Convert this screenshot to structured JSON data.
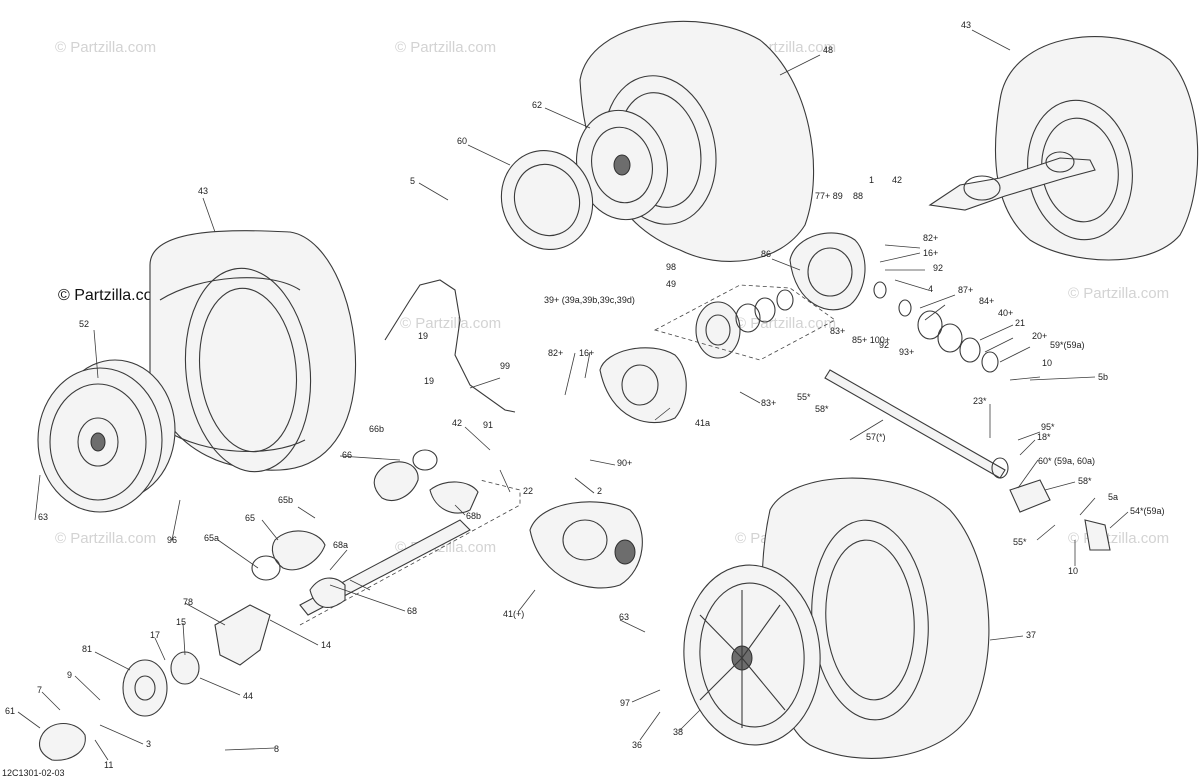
{
  "diagram": {
    "watermark_text": "© Partzilla.com",
    "drawing_code": "12C1301-02-03",
    "callouts": [
      {
        "id": "c43a",
        "text": "43"
      },
      {
        "id": "c48",
        "text": "48"
      },
      {
        "id": "c43b",
        "text": "43"
      },
      {
        "id": "c62",
        "text": "62"
      },
      {
        "id": "c60",
        "text": "60"
      },
      {
        "id": "c5",
        "text": "5"
      },
      {
        "id": "c77",
        "text": "77+ 89"
      },
      {
        "id": "c88",
        "text": "88"
      },
      {
        "id": "c1",
        "text": "1"
      },
      {
        "id": "c42a",
        "text": "42"
      },
      {
        "id": "c82a",
        "text": "82+"
      },
      {
        "id": "c16a",
        "text": "16+"
      },
      {
        "id": "c86",
        "text": "86"
      },
      {
        "id": "c92a",
        "text": "92"
      },
      {
        "id": "c98",
        "text": "98"
      },
      {
        "id": "c49",
        "text": "49"
      },
      {
        "id": "c4",
        "text": "4"
      },
      {
        "id": "c87",
        "text": "87+"
      },
      {
        "id": "c84",
        "text": "84+"
      },
      {
        "id": "c39",
        "text": "39+ (39a,39b,39c,39d)"
      },
      {
        "id": "c40",
        "text": "40+"
      },
      {
        "id": "c21",
        "text": "21"
      },
      {
        "id": "c20",
        "text": "20+"
      },
      {
        "id": "c59",
        "text": "59*(59a)"
      },
      {
        "id": "c83a",
        "text": "83+"
      },
      {
        "id": "c92b",
        "text": "92"
      },
      {
        "id": "c85",
        "text": "85+ 100+"
      },
      {
        "id": "c93",
        "text": "93+"
      },
      {
        "id": "c10a",
        "text": "10"
      },
      {
        "id": "c5b",
        "text": "5b"
      },
      {
        "id": "c52",
        "text": "52"
      },
      {
        "id": "c19a",
        "text": "19"
      },
      {
        "id": "c19b",
        "text": "19"
      },
      {
        "id": "c99",
        "text": "99"
      },
      {
        "id": "c82b",
        "text": "82+"
      },
      {
        "id": "c16b",
        "text": "16+"
      },
      {
        "id": "c55a",
        "text": "55*"
      },
      {
        "id": "c58a",
        "text": "58*"
      },
      {
        "id": "c83b",
        "text": "83+"
      },
      {
        "id": "c91",
        "text": "91"
      },
      {
        "id": "c41a",
        "text": "41a"
      },
      {
        "id": "c23",
        "text": "23*"
      },
      {
        "id": "c57",
        "text": "57(*)"
      },
      {
        "id": "c95",
        "text": "95*"
      },
      {
        "id": "c18",
        "text": "18*"
      },
      {
        "id": "c42b",
        "text": "42"
      },
      {
        "id": "c90",
        "text": "90+"
      },
      {
        "id": "c60b",
        "text": "60* (59a, 60a)"
      },
      {
        "id": "c66b",
        "text": "66b"
      },
      {
        "id": "c66",
        "text": "66"
      },
      {
        "id": "c22",
        "text": "22"
      },
      {
        "id": "c2",
        "text": "2"
      },
      {
        "id": "c58b",
        "text": "58*"
      },
      {
        "id": "c5a",
        "text": "5a"
      },
      {
        "id": "c65b",
        "text": "65b"
      },
      {
        "id": "c68b",
        "text": "68b"
      },
      {
        "id": "c54",
        "text": "54*(59a)"
      },
      {
        "id": "c55b",
        "text": "55*"
      },
      {
        "id": "c10b",
        "text": "10"
      },
      {
        "id": "c63",
        "text": "63"
      },
      {
        "id": "c96",
        "text": "96"
      },
      {
        "id": "c65",
        "text": "65"
      },
      {
        "id": "c65a",
        "text": "65a"
      },
      {
        "id": "c68a",
        "text": "68a"
      },
      {
        "id": "c68",
        "text": "68"
      },
      {
        "id": "c41",
        "text": "41(+)"
      },
      {
        "id": "c78",
        "text": "78"
      },
      {
        "id": "c14",
        "text": "14"
      },
      {
        "id": "c63b",
        "text": "63"
      },
      {
        "id": "c37",
        "text": "37"
      },
      {
        "id": "c81",
        "text": "81"
      },
      {
        "id": "c17",
        "text": "17"
      },
      {
        "id": "c15",
        "text": "15"
      },
      {
        "id": "c9",
        "text": "9"
      },
      {
        "id": "c44",
        "text": "44"
      },
      {
        "id": "c7",
        "text": "7"
      },
      {
        "id": "c97",
        "text": "97"
      },
      {
        "id": "c61",
        "text": "61"
      },
      {
        "id": "c3",
        "text": "3"
      },
      {
        "id": "c36",
        "text": "36"
      },
      {
        "id": "c38",
        "text": "38"
      },
      {
        "id": "c8",
        "text": "8"
      },
      {
        "id": "c11",
        "text": "11"
      }
    ]
  }
}
